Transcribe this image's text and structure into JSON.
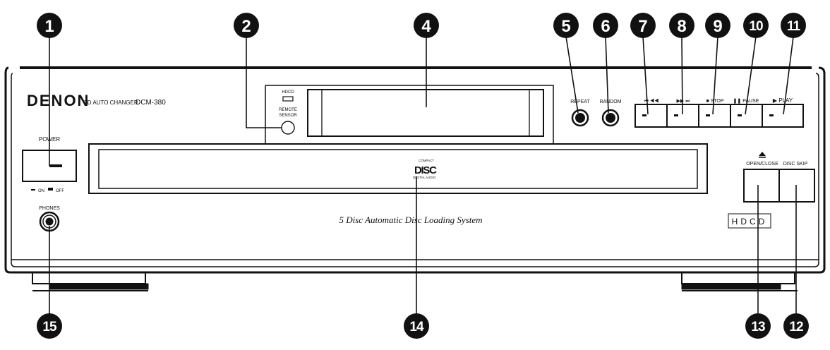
{
  "brand": "DENON",
  "model_prefix": "CD AUTO CHANGER",
  "model": "DCM-380",
  "hdcd": "HDCD",
  "remote_sensor": [
    "REMOTE",
    "SENSOR"
  ],
  "power": {
    "label": "POWER",
    "on": "ON",
    "off": "OFF"
  },
  "phones": "PHONES",
  "buttons": {
    "repeat": "REPEAT",
    "random": "RANDOM",
    "skip_back": "⏮ ◀◀",
    "skip_fwd": "▶▶ ⏭",
    "stop": "■ STOP",
    "pause": "❚❚ PAUSE",
    "play": "▶ PLAY",
    "open_close": "OPEN/CLOSE",
    "disc_skip": "DISC SKIP"
  },
  "cd_logo": {
    "top": "COMPACT",
    "main": "DISC",
    "bottom": "DIGITAL AUDIO"
  },
  "tagline": "5 Disc Automatic Disc Loading System",
  "badge_logo": "HDCD",
  "callouts": [
    "1",
    "2",
    "4",
    "5",
    "6",
    "7",
    "8",
    "9",
    "10",
    "11",
    "12",
    "13",
    "14",
    "15"
  ],
  "colors": {
    "ink": "#111111",
    "paper": "#ffffff"
  }
}
